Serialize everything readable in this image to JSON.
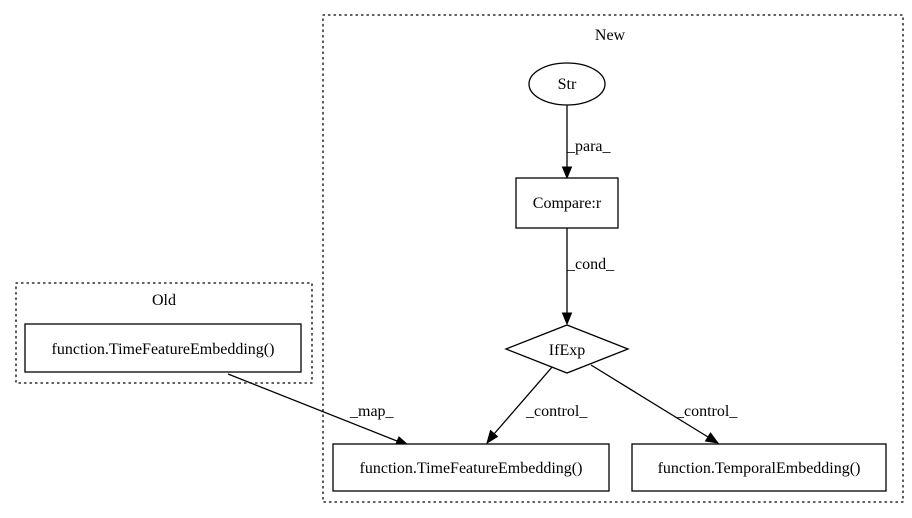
{
  "clusters": {
    "new": {
      "label": "New"
    },
    "old": {
      "label": "Old"
    }
  },
  "nodes": {
    "str": {
      "label": "Str",
      "shape": "ellipse"
    },
    "compare": {
      "label": "Compare:r",
      "shape": "box"
    },
    "ifexp": {
      "label": "IfExp",
      "shape": "diamond"
    },
    "new_tfe": {
      "label": "function.TimeFeatureEmbedding()",
      "shape": "box"
    },
    "temporal": {
      "label": "function.TemporalEmbedding()",
      "shape": "box"
    },
    "old_tfe": {
      "label": "function.TimeFeatureEmbedding()",
      "shape": "box"
    }
  },
  "edges": {
    "para": {
      "from": "str",
      "to": "compare",
      "label": "_para_"
    },
    "cond": {
      "from": "compare",
      "to": "ifexp",
      "label": "_cond_"
    },
    "control_left": {
      "from": "ifexp",
      "to": "new_tfe",
      "label": "_control_"
    },
    "control_right": {
      "from": "ifexp",
      "to": "temporal",
      "label": "_control_"
    },
    "map": {
      "from": "old_tfe",
      "to": "new_tfe",
      "label": "_map_"
    }
  },
  "colors": {
    "stroke": "#000000",
    "fill": "#ffffff",
    "background": "#ffffff"
  }
}
